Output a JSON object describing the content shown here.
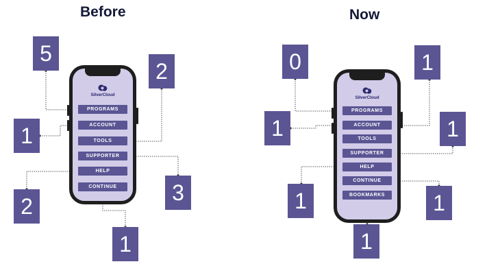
{
  "before": {
    "heading": "Before",
    "brand": "SilverCloud",
    "menu": [
      "PROGRAMS",
      "ACCOUNT",
      "TOOLS",
      "SUPPORTER",
      "HELP",
      "CONTINUE"
    ],
    "counts": [
      "5",
      "1",
      "2",
      "3",
      "2",
      "1"
    ]
  },
  "now": {
    "heading": "Now",
    "brand": "SilverCloud",
    "menu": [
      "PROGRAMS",
      "ACCOUNT",
      "TOOLS",
      "SUPPORTER",
      "HELP",
      "CONTINUE",
      "BOOKMARKS"
    ],
    "counts": [
      "0",
      "1",
      "1",
      "1",
      "1",
      "1",
      "1"
    ]
  },
  "colors": {
    "badge": "#5b5594",
    "screen": "#d2cce9",
    "phone_frame": "#1e1e1e",
    "heading": "#151937"
  }
}
